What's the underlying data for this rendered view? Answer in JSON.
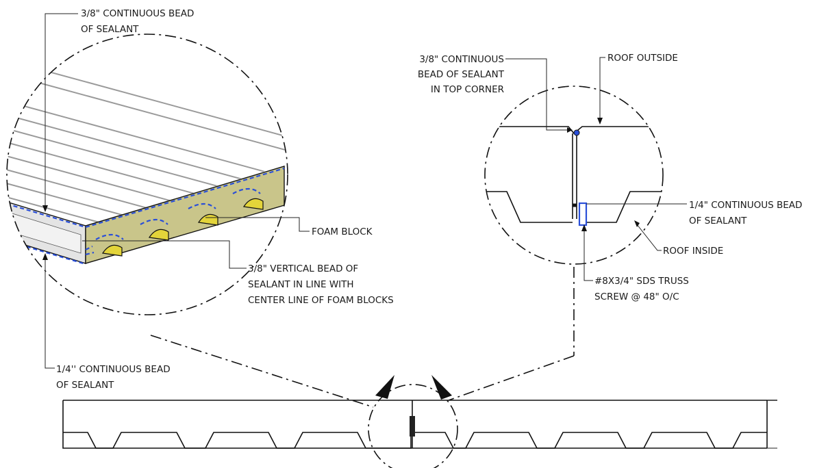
{
  "callouts": {
    "top_left_sealant": [
      "3/8\" CONTINUOUS BEAD",
      "OF SEALANT"
    ],
    "bottom_left_sealant": [
      "1/4'' CONTINUOUS BEAD",
      "OF SEALANT"
    ],
    "foam_block": [
      "FOAM BLOCK"
    ],
    "vertical_bead": [
      "3/8\" VERTICAL BEAD OF",
      "SEALANT IN LINE WITH",
      "CENTER LINE OF FOAM BLOCKS"
    ],
    "top_corner_sealant": [
      "3/8\" CONTINUOUS",
      "BEAD OF SEALANT",
      "IN TOP CORNER"
    ],
    "roof_outside": [
      "ROOF OUTSIDE"
    ],
    "right_sealant": [
      "1/4\" CONTINUOUS BEAD",
      "OF SEALANT"
    ],
    "roof_inside": [
      "ROOF INSIDE"
    ],
    "screw": [
      "#8X3/4\" SDS TRUSS",
      "SCREW @ 48\" O/C"
    ]
  },
  "colors": {
    "line": "#111111",
    "sealant_blue": "#2a4fd8",
    "foam_tan": "#c9c58a",
    "foam_yellow": "#e3d43a",
    "panel_gray": "#9a9a9a"
  }
}
